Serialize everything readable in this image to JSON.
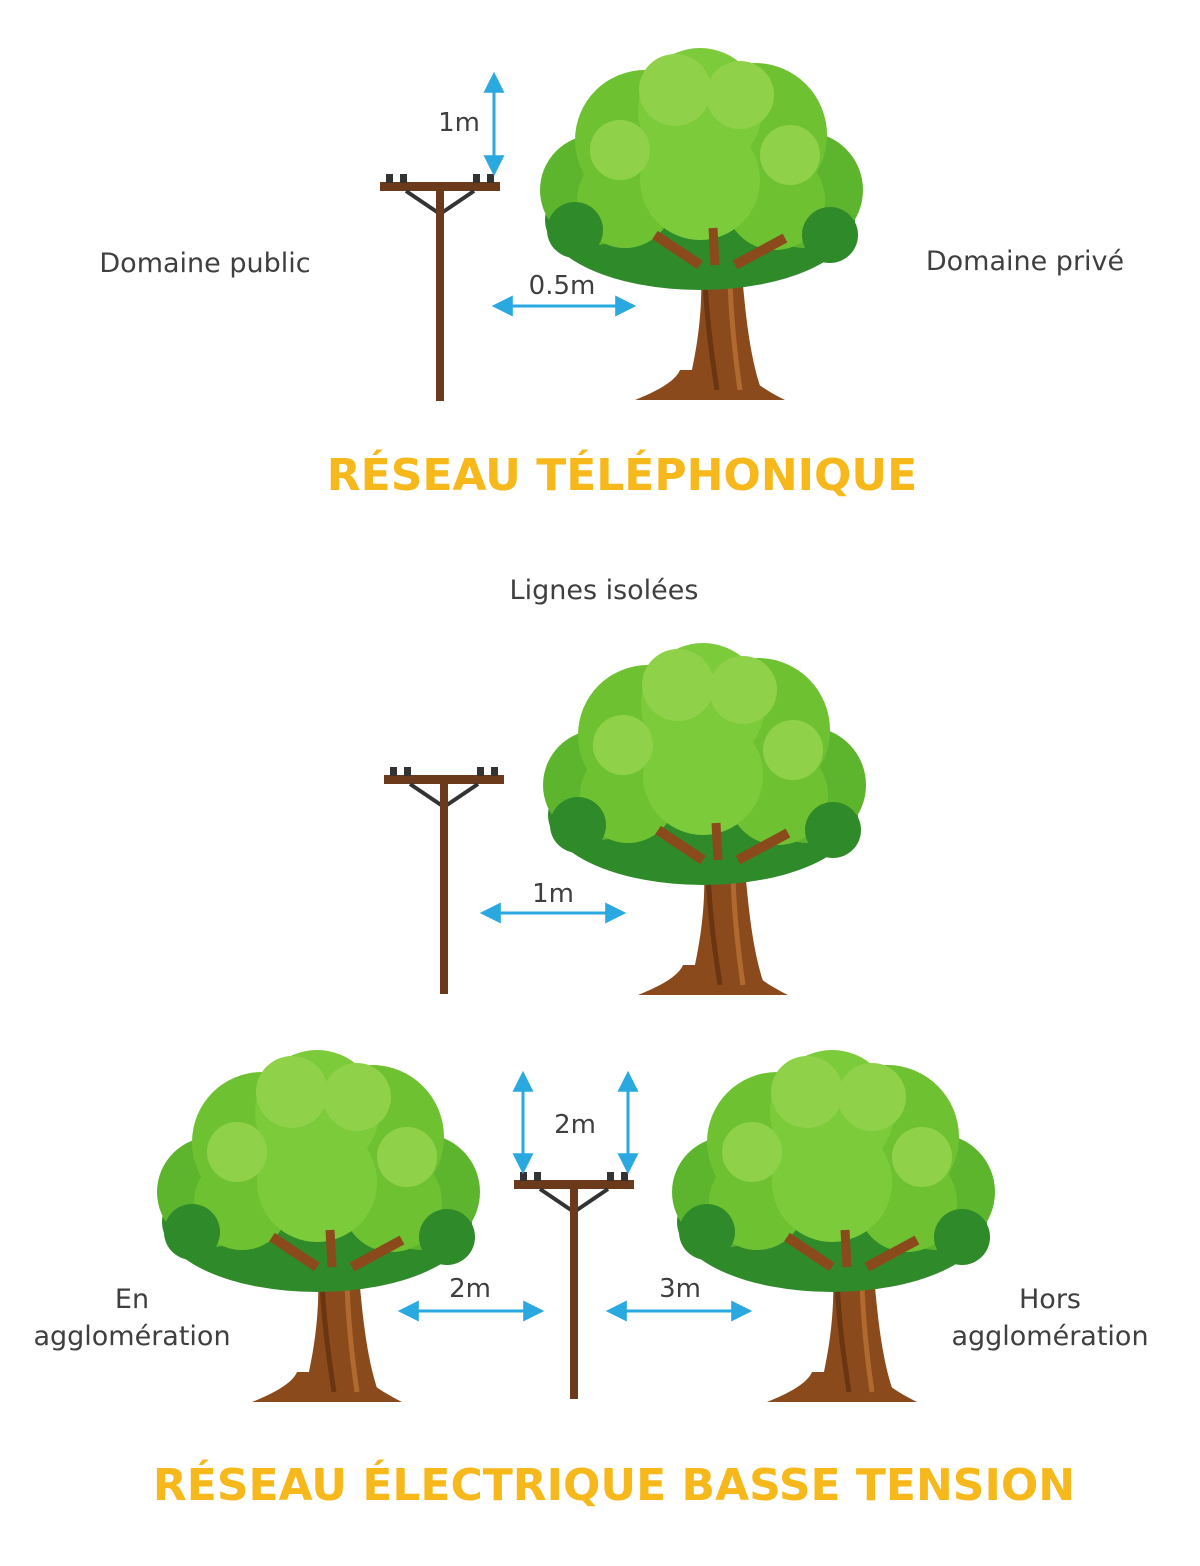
{
  "colors": {
    "title": "#f6b81a",
    "dimension_arrow": "#2aa8e0",
    "foliage_light": "#7ccb3a",
    "foliage_mid": "#5db52e",
    "foliage_dark": "#2f8a2a",
    "trunk": "#8a4a1c",
    "pole": "#6b3a1a",
    "text": "#3f3f3f"
  },
  "icons": [
    "tree-icon",
    "utility-pole-icon",
    "dimension-arrow-icon"
  ],
  "telephone": {
    "left_label": "Domaine public",
    "right_label": "Domaine privé",
    "vertical_clearance": "1m",
    "horizontal_clearance": "0.5m",
    "title": "RÉSEAU TÉLÉPHONIQUE"
  },
  "electric": {
    "subtitle": "Lignes isolées",
    "insulated_clearance": "1m",
    "vertical_clearance": "2m",
    "left_clearance": "2m",
    "right_clearance": "3m",
    "left_label_line1": "En",
    "left_label_line2": "agglomération",
    "right_label_line1": "Hors",
    "right_label_line2": "agglomération",
    "title": "RÉSEAU ÉLECTRIQUE BASSE TENSION"
  }
}
